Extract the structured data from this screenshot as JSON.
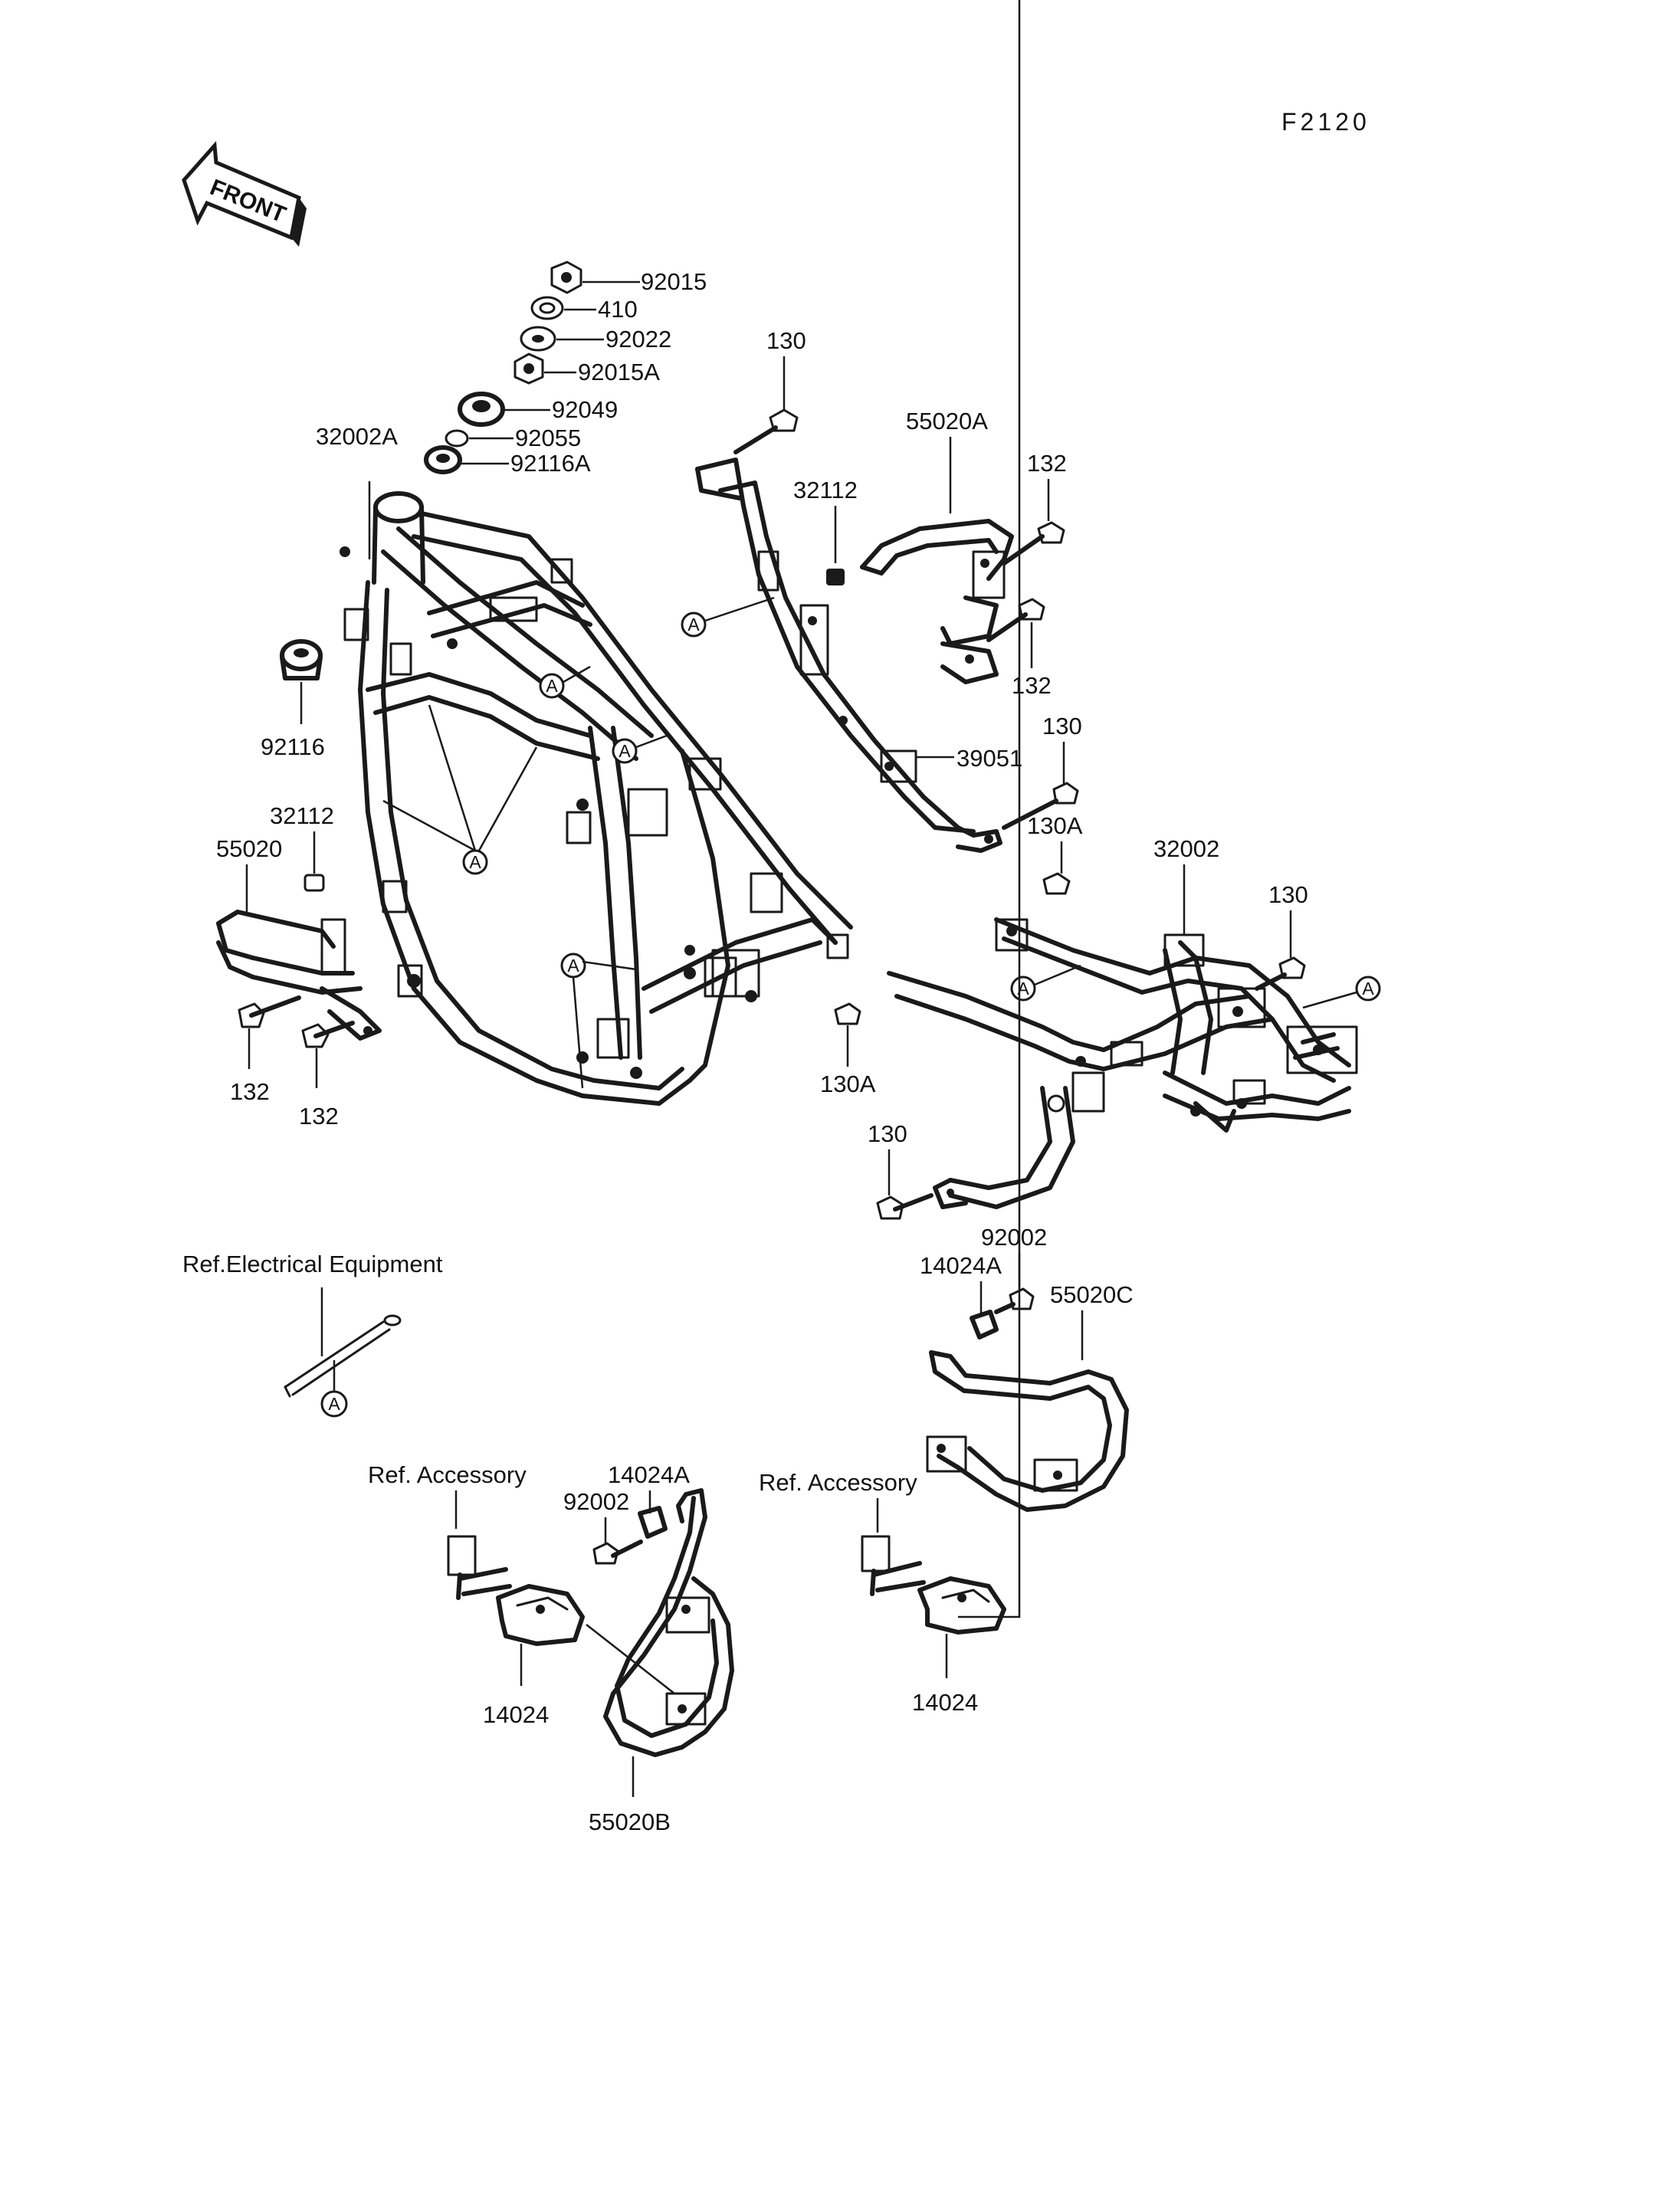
{
  "figure_code": "F2120",
  "front_arrow": "FRONT",
  "ref_electrical": "Ref.Electrical Equipment",
  "ref_accessory": "Ref. Accessory",
  "reference_mark": "A",
  "parts": {
    "p92015": "92015",
    "p410": "410",
    "p92022": "92022",
    "p92015A": "92015A",
    "p92049": "92049",
    "p92055": "92055",
    "p92116A": "92116A",
    "p32002A": "32002A",
    "p92116": "92116",
    "p32112": "32112",
    "p55020": "55020",
    "p132": "132",
    "p130": "130",
    "p130A": "130A",
    "p55020A": "55020A",
    "p39051": "39051",
    "p32002": "32002",
    "p92002": "92002",
    "p14024A": "14024A",
    "p55020C": "55020C",
    "p14024": "14024",
    "p55020B": "55020B"
  }
}
